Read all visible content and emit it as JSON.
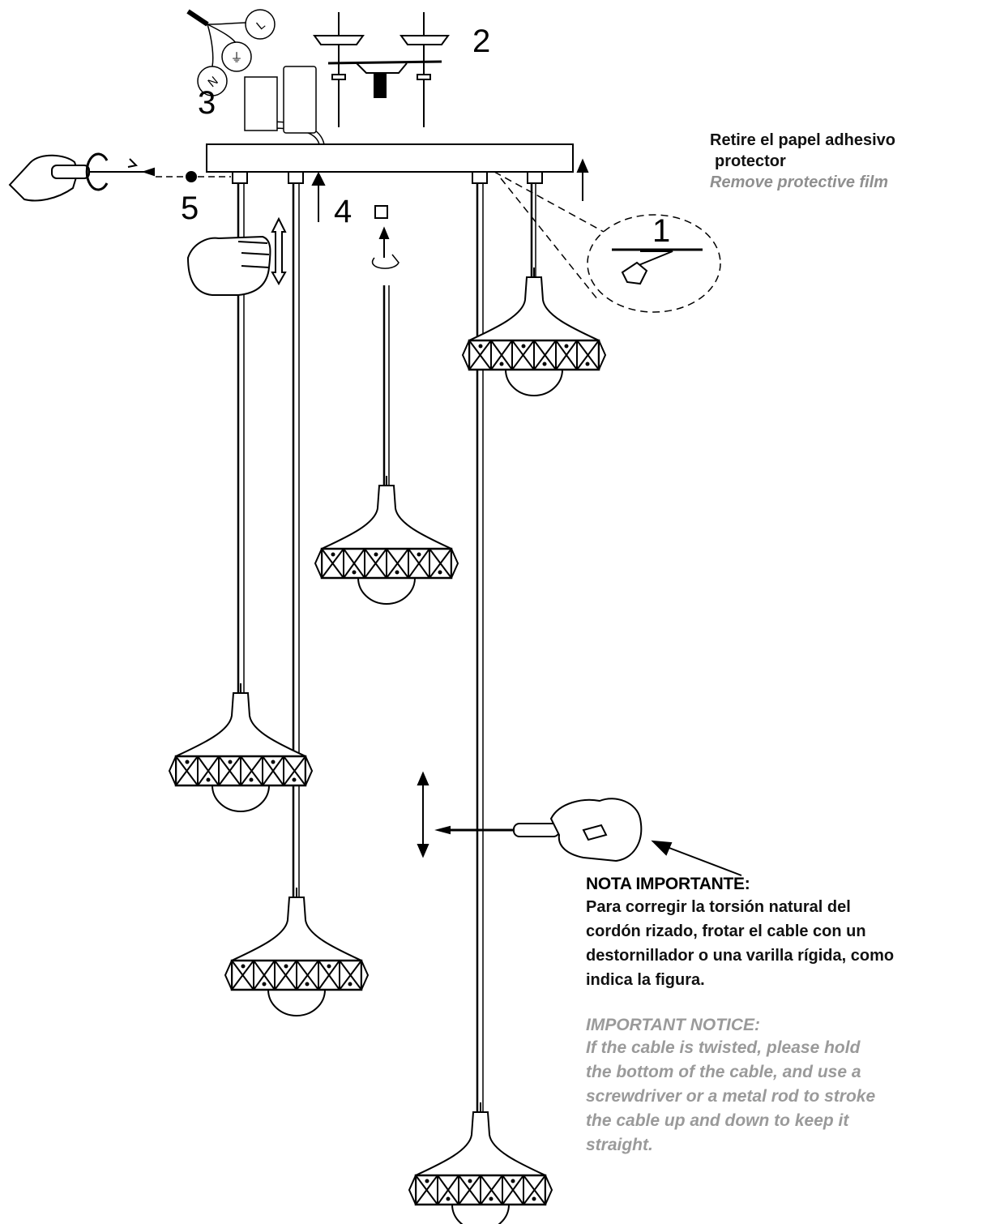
{
  "steps": {
    "step1": "1",
    "step2": "2",
    "step3": "3",
    "step4": "4",
    "step5": "5"
  },
  "wiring_labels": {
    "neutral": "N",
    "earth": "⏚",
    "live": "L"
  },
  "film_note": {
    "es_line1": "Retire el papel adhesivo",
    "es_line2": "protector",
    "en": "Remove protective film"
  },
  "important_note": {
    "es_title": "NOTA IMPORTANTE:",
    "es_body": [
      "Para corregir la torsión natural del",
      "cordón rizado, frotar el cable con un",
      "destornillador o una varilla rígida, como",
      "indica la figura."
    ],
    "en_title": "IMPORTANT NOTICE:",
    "en_body": [
      "If the cable is twisted, please hold",
      "the bottom of the cable, and use a",
      "screwdriver or a metal rod to stroke",
      "the cable up and down to keep it",
      "straight."
    ]
  },
  "colors": {
    "ink": "#000000",
    "secondary_text": "#9a9a9a",
    "background": "#ffffff"
  }
}
